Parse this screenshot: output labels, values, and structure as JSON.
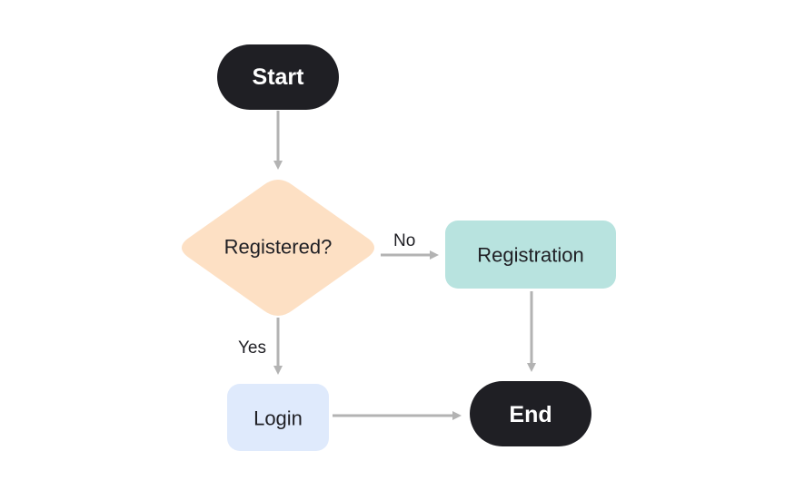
{
  "diagram": {
    "nodes": {
      "start": {
        "label": "Start",
        "shape": "terminal"
      },
      "registered": {
        "label": "Registered?",
        "shape": "decision"
      },
      "registration": {
        "label": "Registration",
        "shape": "process"
      },
      "login": {
        "label": "Login",
        "shape": "process"
      },
      "end": {
        "label": "End",
        "shape": "terminal"
      }
    },
    "edges": [
      {
        "from": "start",
        "to": "registered",
        "label": ""
      },
      {
        "from": "registered",
        "to": "registration",
        "label": "No"
      },
      {
        "from": "registered",
        "to": "login",
        "label": "Yes"
      },
      {
        "from": "registration",
        "to": "end",
        "label": ""
      },
      {
        "from": "login",
        "to": "end",
        "label": ""
      }
    ],
    "edge_labels": {
      "no": "No",
      "yes": "Yes"
    }
  },
  "colors": {
    "terminal_fill": "#1f1f24",
    "terminal_text": "#ffffff",
    "decision_fill": "#fde0c4",
    "registration_fill": "#b8e3df",
    "login_fill": "#dfeafc",
    "node_text": "#1f1f24",
    "arrow": "#b3b3b3"
  }
}
